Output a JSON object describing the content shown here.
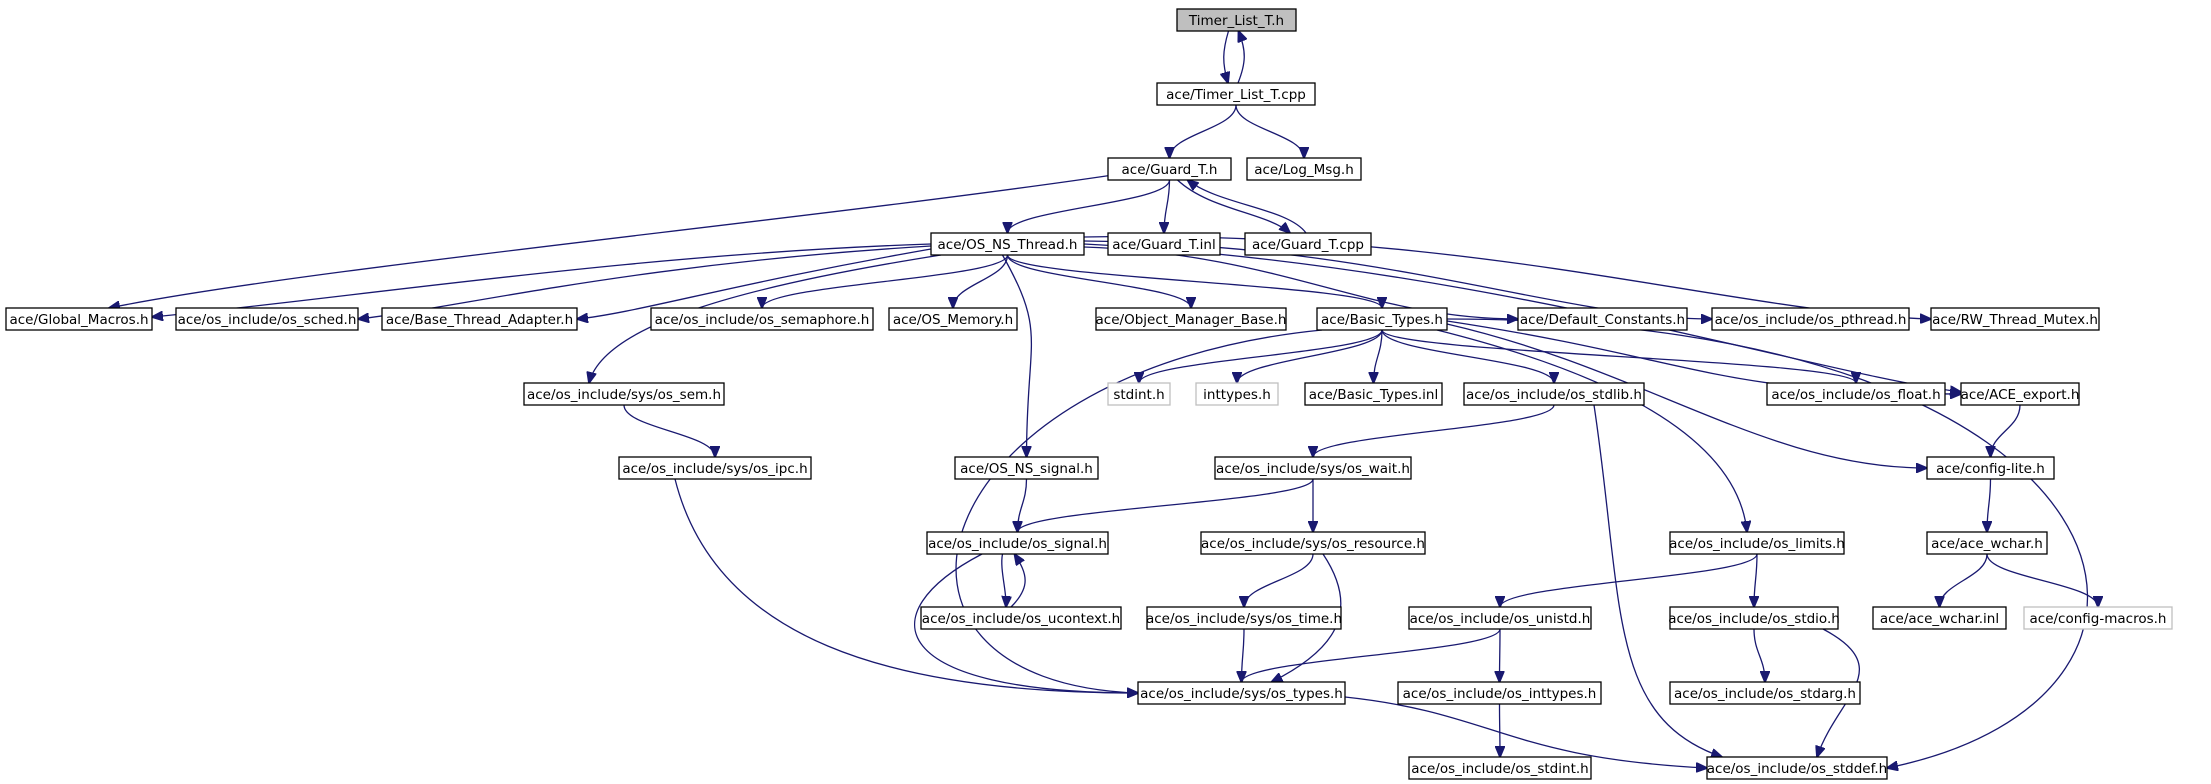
{
  "graph": {
    "colors": {
      "edge": "#191970",
      "root_fill": "#bfbfbf",
      "external_border": "#bfbfbf"
    },
    "nodes": [
      {
        "id": "timer_list_t_h",
        "label": "Timer_List_T.h"
      },
      {
        "id": "timer_list_t_cpp",
        "label": "ace/Timer_List_T.cpp"
      },
      {
        "id": "guard_t_h",
        "label": "ace/Guard_T.h"
      },
      {
        "id": "log_msg_h",
        "label": "ace/Log_Msg.h"
      },
      {
        "id": "os_ns_thread_h",
        "label": "ace/OS_NS_Thread.h"
      },
      {
        "id": "guard_t_inl",
        "label": "ace/Guard_T.inl"
      },
      {
        "id": "guard_t_cpp",
        "label": "ace/Guard_T.cpp"
      },
      {
        "id": "global_macros_h",
        "label": "ace/Global_Macros.h"
      },
      {
        "id": "os_sched_h",
        "label": "ace/os_include/os_sched.h"
      },
      {
        "id": "base_thread_adapter_h",
        "label": "ace/Base_Thread_Adapter.h"
      },
      {
        "id": "os_semaphore_h",
        "label": "ace/os_include/os_semaphore.h"
      },
      {
        "id": "os_memory_h",
        "label": "ace/OS_Memory.h"
      },
      {
        "id": "object_manager_base_h",
        "label": "ace/Object_Manager_Base.h"
      },
      {
        "id": "basic_types_h",
        "label": "ace/Basic_Types.h"
      },
      {
        "id": "default_constants_h",
        "label": "ace/Default_Constants.h"
      },
      {
        "id": "os_pthread_h",
        "label": "ace/os_include/os_pthread.h"
      },
      {
        "id": "rw_thread_mutex_h",
        "label": "ace/RW_Thread_Mutex.h"
      },
      {
        "id": "os_sem_h",
        "label": "ace/os_include/sys/os_sem.h"
      },
      {
        "id": "stdint_h",
        "label": "stdint.h"
      },
      {
        "id": "inttypes_h",
        "label": "inttypes.h"
      },
      {
        "id": "basic_types_inl",
        "label": "ace/Basic_Types.inl"
      },
      {
        "id": "os_stdlib_h",
        "label": "ace/os_include/os_stdlib.h"
      },
      {
        "id": "os_float_h",
        "label": "ace/os_include/os_float.h"
      },
      {
        "id": "ace_export_h",
        "label": "ace/ACE_export.h"
      },
      {
        "id": "os_ipc_h",
        "label": "ace/os_include/sys/os_ipc.h"
      },
      {
        "id": "os_ns_signal_h",
        "label": "ace/OS_NS_signal.h"
      },
      {
        "id": "os_wait_h",
        "label": "ace/os_include/sys/os_wait.h"
      },
      {
        "id": "config_lite_h",
        "label": "ace/config-lite.h"
      },
      {
        "id": "os_signal_h",
        "label": "ace/os_include/os_signal.h"
      },
      {
        "id": "os_resource_h",
        "label": "ace/os_include/sys/os_resource.h"
      },
      {
        "id": "os_limits_h",
        "label": "ace/os_include/os_limits.h"
      },
      {
        "id": "ace_wchar_h",
        "label": "ace/ace_wchar.h"
      },
      {
        "id": "os_ucontext_h",
        "label": "ace/os_include/os_ucontext.h"
      },
      {
        "id": "os_time_h",
        "label": "ace/os_include/sys/os_time.h"
      },
      {
        "id": "os_unistd_h",
        "label": "ace/os_include/os_unistd.h"
      },
      {
        "id": "os_stdio_h",
        "label": "ace/os_include/os_stdio.h"
      },
      {
        "id": "ace_wchar_inl",
        "label": "ace/ace_wchar.inl"
      },
      {
        "id": "config_macros_h",
        "label": "ace/config-macros.h"
      },
      {
        "id": "os_types_h",
        "label": "ace/os_include/sys/os_types.h"
      },
      {
        "id": "os_inttypes_h",
        "label": "ace/os_include/os_inttypes.h"
      },
      {
        "id": "os_stdarg_h",
        "label": "ace/os_include/os_stdarg.h"
      },
      {
        "id": "os_stdint_h",
        "label": "ace/os_include/os_stdint.h"
      },
      {
        "id": "os_stddef_h",
        "label": "ace/os_include/os_stddef.h"
      }
    ],
    "edges": [
      [
        "timer_list_t_h",
        "timer_list_t_cpp"
      ],
      [
        "timer_list_t_cpp",
        "timer_list_t_h"
      ],
      [
        "timer_list_t_cpp",
        "guard_t_h"
      ],
      [
        "timer_list_t_cpp",
        "log_msg_h"
      ],
      [
        "guard_t_h",
        "os_ns_thread_h"
      ],
      [
        "guard_t_h",
        "guard_t_inl"
      ],
      [
        "guard_t_h",
        "guard_t_cpp"
      ],
      [
        "guard_t_h",
        "global_macros_h"
      ],
      [
        "guard_t_cpp",
        "guard_t_h"
      ],
      [
        "os_ns_thread_h",
        "global_macros_h"
      ],
      [
        "os_ns_thread_h",
        "os_sched_h"
      ],
      [
        "os_ns_thread_h",
        "base_thread_adapter_h"
      ],
      [
        "os_ns_thread_h",
        "os_semaphore_h"
      ],
      [
        "os_ns_thread_h",
        "os_memory_h"
      ],
      [
        "os_ns_thread_h",
        "object_manager_base_h"
      ],
      [
        "os_ns_thread_h",
        "basic_types_h"
      ],
      [
        "os_ns_thread_h",
        "default_constants_h"
      ],
      [
        "os_ns_thread_h",
        "os_pthread_h"
      ],
      [
        "os_ns_thread_h",
        "rw_thread_mutex_h"
      ],
      [
        "os_ns_thread_h",
        "os_sem_h"
      ],
      [
        "os_ns_thread_h",
        "os_ns_signal_h"
      ],
      [
        "os_ns_thread_h",
        "ace_export_h"
      ],
      [
        "basic_types_h",
        "stdint_h"
      ],
      [
        "basic_types_h",
        "inttypes_h"
      ],
      [
        "basic_types_h",
        "basic_types_inl"
      ],
      [
        "basic_types_h",
        "os_stdlib_h"
      ],
      [
        "basic_types_h",
        "os_float_h"
      ],
      [
        "basic_types_h",
        "ace_export_h"
      ],
      [
        "basic_types_h",
        "config_lite_h"
      ],
      [
        "basic_types_h",
        "os_limits_h"
      ],
      [
        "basic_types_h",
        "os_types_h"
      ],
      [
        "basic_types_h",
        "os_stddef_h"
      ],
      [
        "os_sem_h",
        "os_ipc_h"
      ],
      [
        "os_ipc_h",
        "os_types_h"
      ],
      [
        "os_ns_signal_h",
        "os_signal_h"
      ],
      [
        "os_stdlib_h",
        "os_wait_h"
      ],
      [
        "os_stdlib_h",
        "os_stddef_h"
      ],
      [
        "os_wait_h",
        "os_signal_h"
      ],
      [
        "os_wait_h",
        "os_resource_h"
      ],
      [
        "os_signal_h",
        "os_ucontext_h"
      ],
      [
        "os_ucontext_h",
        "os_signal_h"
      ],
      [
        "os_signal_h",
        "os_types_h"
      ],
      [
        "os_resource_h",
        "os_time_h"
      ],
      [
        "os_resource_h",
        "os_types_h"
      ],
      [
        "os_time_h",
        "os_types_h"
      ],
      [
        "ace_export_h",
        "config_lite_h"
      ],
      [
        "config_lite_h",
        "ace_wchar_h"
      ],
      [
        "ace_wchar_h",
        "ace_wchar_inl"
      ],
      [
        "ace_wchar_h",
        "config_macros_h"
      ],
      [
        "os_limits_h",
        "os_unistd_h"
      ],
      [
        "os_limits_h",
        "os_stdio_h"
      ],
      [
        "os_unistd_h",
        "os_types_h"
      ],
      [
        "os_unistd_h",
        "os_inttypes_h"
      ],
      [
        "os_inttypes_h",
        "os_stdint_h"
      ],
      [
        "os_stdio_h",
        "os_stdarg_h"
      ],
      [
        "os_stdio_h",
        "os_stddef_h"
      ],
      [
        "os_types_h",
        "os_stddef_h"
      ]
    ]
  }
}
